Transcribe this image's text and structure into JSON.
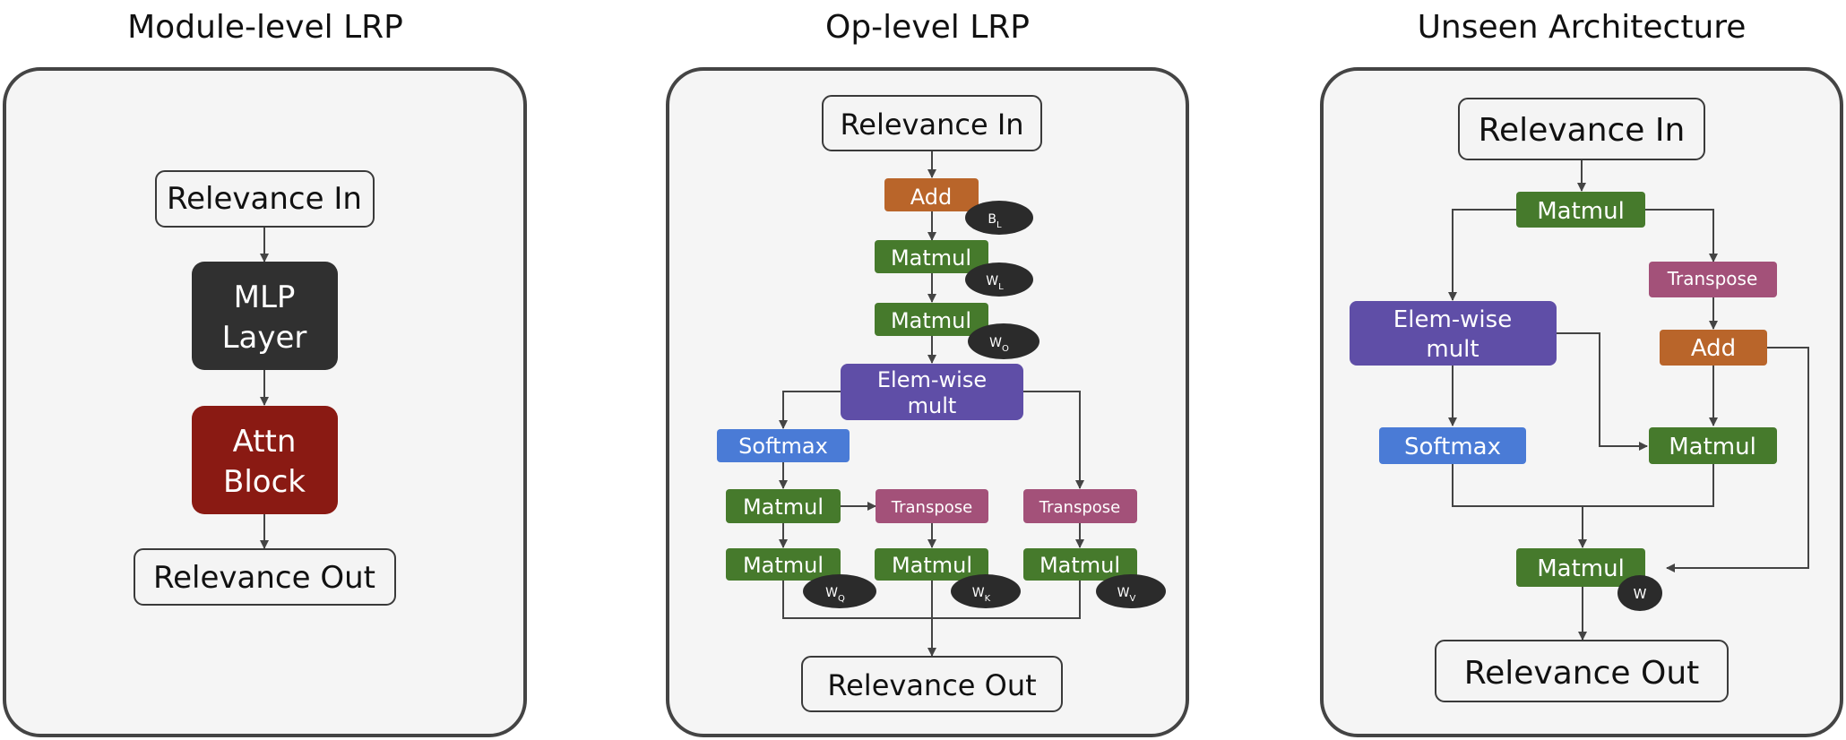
{
  "panels": {
    "module": {
      "title": "Module-level LRP",
      "relevance_in": "Relevance In",
      "mlp_line1": "MLP",
      "mlp_line2": "Layer",
      "attn_line1": "Attn",
      "attn_line2": "Block",
      "relevance_out": "Relevance Out"
    },
    "op": {
      "title": "Op-level LRP",
      "relevance_in": "Relevance In",
      "add": "Add",
      "matmul": "Matmul",
      "elem_line1": "Elem-wise",
      "elem_line2": "mult",
      "softmax": "Softmax",
      "transpose": "Transpose",
      "relevance_out": "Relevance Out",
      "weights": {
        "bl": {
          "base": "B",
          "sub": "L"
        },
        "wl": {
          "base": "W",
          "sub": "L"
        },
        "wo": {
          "base": "W",
          "sub": "O"
        },
        "wq": {
          "base": "W",
          "sub": "Q"
        },
        "wk": {
          "base": "W",
          "sub": "K"
        },
        "wv": {
          "base": "W",
          "sub": "V"
        }
      }
    },
    "unseen": {
      "title": "Unseen Architecture",
      "relevance_in": "Relevance In",
      "matmul": "Matmul",
      "transpose": "Transpose",
      "elem_line1": "Elem-wise",
      "elem_line2": "mult",
      "add": "Add",
      "softmax": "Softmax",
      "weight": "W",
      "relevance_out": "Relevance Out"
    }
  },
  "colors": {
    "matmul": "#467a2c",
    "add": "#b9652a",
    "elem": "#5f4ea7",
    "softmax": "#4a7bd6",
    "transpose": "#a35179",
    "mlp": "#303030",
    "attn": "#8a1a13",
    "weight": "#2b2b2b"
  }
}
